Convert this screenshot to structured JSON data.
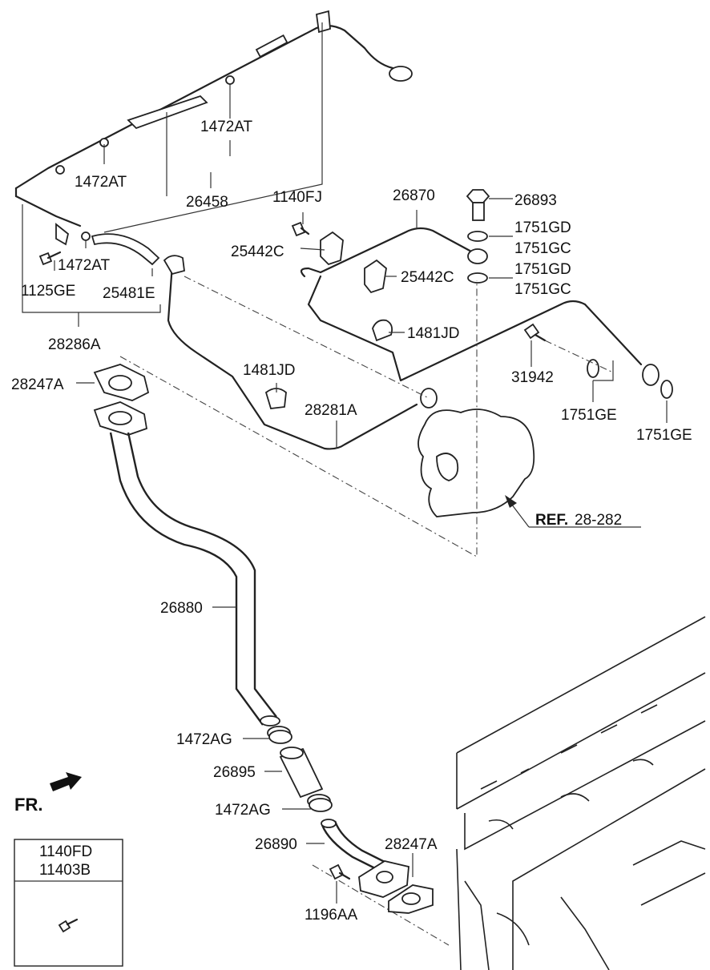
{
  "labels": {
    "l_1472AT_top": "1472AT",
    "l_1472AT_mid": "1472AT",
    "l_1472AT_low": "1472AT",
    "l_26458": "26458",
    "l_1125GE": "1125GE",
    "l_25481E": "25481E",
    "l_28286A": "28286A",
    "l_1140FJ": "1140FJ",
    "l_25442C_a": "25442C",
    "l_25442C_b": "25442C",
    "l_26870": "26870",
    "l_26893": "26893",
    "l_1751GD_a": "1751GD",
    "l_1751GC_a": "1751GC",
    "l_1751GD_b": "1751GD",
    "l_1751GC_b": "1751GC",
    "l_1481JD_a": "1481JD",
    "l_1481JD_b": "1481JD",
    "l_31942": "31942",
    "l_1751GE_a": "1751GE",
    "l_1751GE_b": "1751GE",
    "l_28247A_top": "28247A",
    "l_28281A": "28281A",
    "l_ref_bold": "REF.",
    "l_ref_num": "28-282",
    "l_26880": "26880",
    "l_1472AG_a": "1472AG",
    "l_26895": "26895",
    "l_1472AG_b": "1472AG",
    "l_26890": "26890",
    "l_28247A_low": "28247A",
    "l_1196AA": "1196AA",
    "l_fr": "FR."
  },
  "legend_box": {
    "line1": "1140FD",
    "line2": "11403B"
  }
}
